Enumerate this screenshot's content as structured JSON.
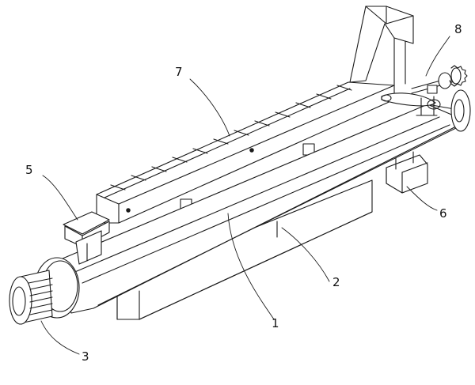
{
  "callouts": [
    {
      "id": "1",
      "label": "1"
    },
    {
      "id": "2",
      "label": "2"
    },
    {
      "id": "3",
      "label": "3"
    },
    {
      "id": "5",
      "label": "5"
    },
    {
      "id": "6",
      "label": "6"
    },
    {
      "id": "7",
      "label": "7"
    },
    {
      "id": "8",
      "label": "8"
    }
  ],
  "colors": {
    "line": "#1a1a1a",
    "background": "#ffffff"
  }
}
